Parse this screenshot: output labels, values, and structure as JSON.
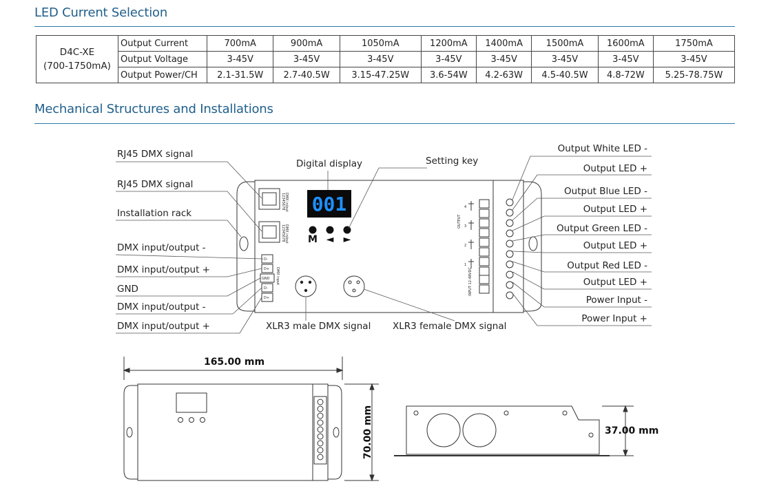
{
  "sections": {
    "current": "LED Current Selection",
    "mechanical": "Mechanical Structures and Installations"
  },
  "spec_table": {
    "model": "D4C-XE",
    "range": "(700-1750mA)",
    "rows": [
      {
        "label": "Output Current",
        "values": [
          "700mA",
          "900mA",
          "1050mA",
          "1200mA",
          "1400mA",
          "1500mA",
          "1600mA",
          "1750mA"
        ]
      },
      {
        "label": "Output Voltage",
        "values": [
          "3-45V",
          "3-45V",
          "3-45V",
          "3-45V",
          "3-45V",
          "3-45V",
          "3-45V",
          "3-45V"
        ]
      },
      {
        "label": "Output Power/CH",
        "values": [
          "2.1-31.5W",
          "2.7-40.5W",
          "3.15-47.25W",
          "3.6-54W",
          "4.2-63W",
          "4.5-40.5W",
          "4.8-72W",
          "5.25-78.75W"
        ]
      }
    ]
  },
  "callouts_left": [
    "RJ45 DMX signal",
    "RJ45 DMX signal",
    "Installation rack",
    "DMX input/output -",
    "DMX input/output +",
    "GND",
    "DMX input/output -",
    "DMX input/output +"
  ],
  "callouts_top": {
    "display": "Digital display",
    "key": "Setting key"
  },
  "callouts_bottom": {
    "male": "XLR3 male DMX signal",
    "female": "XLR3 female DMX signal"
  },
  "callouts_right": [
    "Output White LED -",
    "Output LED +",
    "Output Blue LED -",
    "Output LED +",
    "Output Green LED -",
    "Output LED +",
    "Output Red LED -",
    "Output LED +",
    "Power Input -",
    "Power Input +"
  ],
  "device": {
    "display_value": "001",
    "buttons": [
      "M",
      "◄",
      "►"
    ],
    "rj45_labels": [
      "DMX in/out",
      "DMX in/out"
    ],
    "rj45_pins": "12345678",
    "dmx_terminal": [
      "D-",
      "D+",
      "GND",
      "D-",
      "D+"
    ],
    "dmx_terminal_title": "DMX input",
    "output_title": "OUTPUT",
    "channels": [
      "4",
      "3",
      "2",
      "1"
    ],
    "input_title": "INPUT 12-48VDC"
  },
  "dimensions": {
    "width": "165.00 mm",
    "height": "70.00 mm",
    "depth": "37.00 mm"
  }
}
